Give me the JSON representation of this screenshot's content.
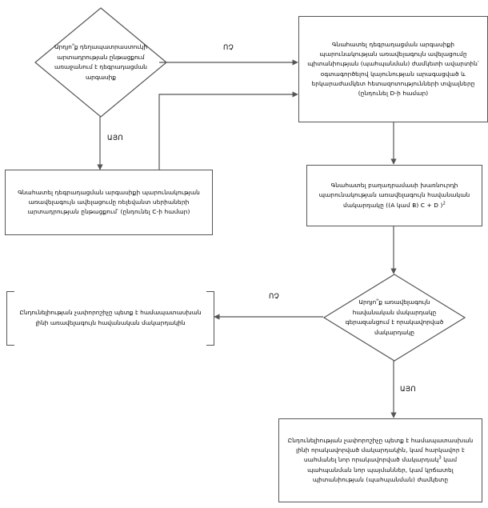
{
  "diagram": {
    "title": "Degradation product acceptance criteria decision tree",
    "line_color": "#555555",
    "nodes": {
      "decision_top": "Արդյո՞ք դեղապատրաստուկի արտադրության ընթացքում առաջանում է դեգրադացման արգասիք",
      "box_top_right": "Գնահատել դեգրադացման արգասիքի պարունակության առավելագույն ավելացումը պիտանիության (պահպանման) ժամկետի ավարտին՝ օգտագործելով կայունության արագացված և երկարաժամկետ հետազոտությունների տվյալները (ընդունել D-ի համար)",
      "box_left": "Գնահատել դեգրադացման արգասիքի պարունակության առավելագույն ավելացումը ռելեվանտ սերիաների արտադրության ընթացքում՝ (ընդունել C-ի համար)",
      "box_mid_right": "Գնահատել բաղադրամասի խառնուրդի պարունակության առավելագույն հավանական մակարդակը ((A կամ B) C + D )",
      "box_mid_right_sup": "2",
      "decision_bottom": "Արդյո՞ք առավելագույն հավանական մակարդակը գերազանցում է որակավորված մակարդակը",
      "box_bottom_left": "Ընդունելիության չափորոշիչը պետք է համապատասխան լինի առավելագույն հավանական մակարդակին",
      "box_bottom_right_a": "Ընդունելիության չափորոշիչը պետք է համապատասխան լինի որակավորված մակարդակին, կամ հարկավոր է սահմանել նոր որակավորված մակարդակ",
      "box_bottom_right_sup": "3",
      "box_bottom_right_b": " կամ պահպանման նոր պայմաններ, կամ կրճատել պիտանիության (պահպանման) ժամկետը"
    },
    "edge_labels": {
      "top_no": "ՈՉ",
      "top_yes": "ԱՅՈ",
      "bottom_no": "ՈՉ",
      "bottom_yes": "ԱՅՈ"
    }
  }
}
